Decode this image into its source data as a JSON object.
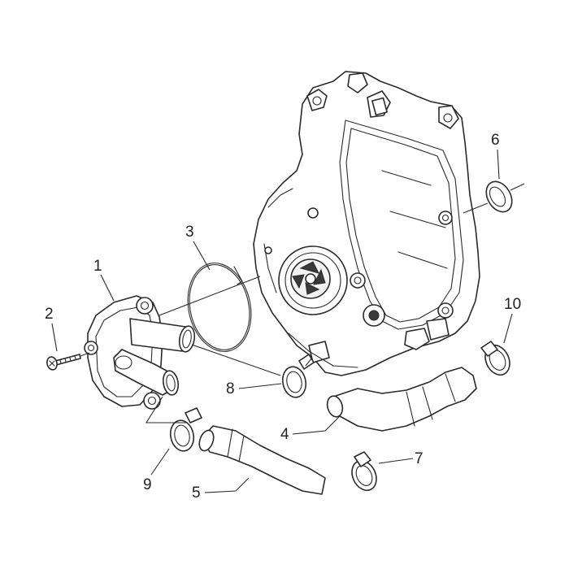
{
  "diagram": {
    "callouts": [
      {
        "id": "1",
        "part": "water-pump-cover"
      },
      {
        "id": "2",
        "part": "screw"
      },
      {
        "id": "3",
        "part": "o-ring"
      },
      {
        "id": "4",
        "part": "hose-to-engine"
      },
      {
        "id": "5",
        "part": "hose-lower"
      },
      {
        "id": "6",
        "part": "oil-seal"
      },
      {
        "id": "7",
        "part": "hose-clamp"
      },
      {
        "id": "8",
        "part": "hose-clamp"
      },
      {
        "id": "9",
        "part": "hose-clamp"
      },
      {
        "id": "10",
        "part": "hose-clamp"
      }
    ]
  }
}
